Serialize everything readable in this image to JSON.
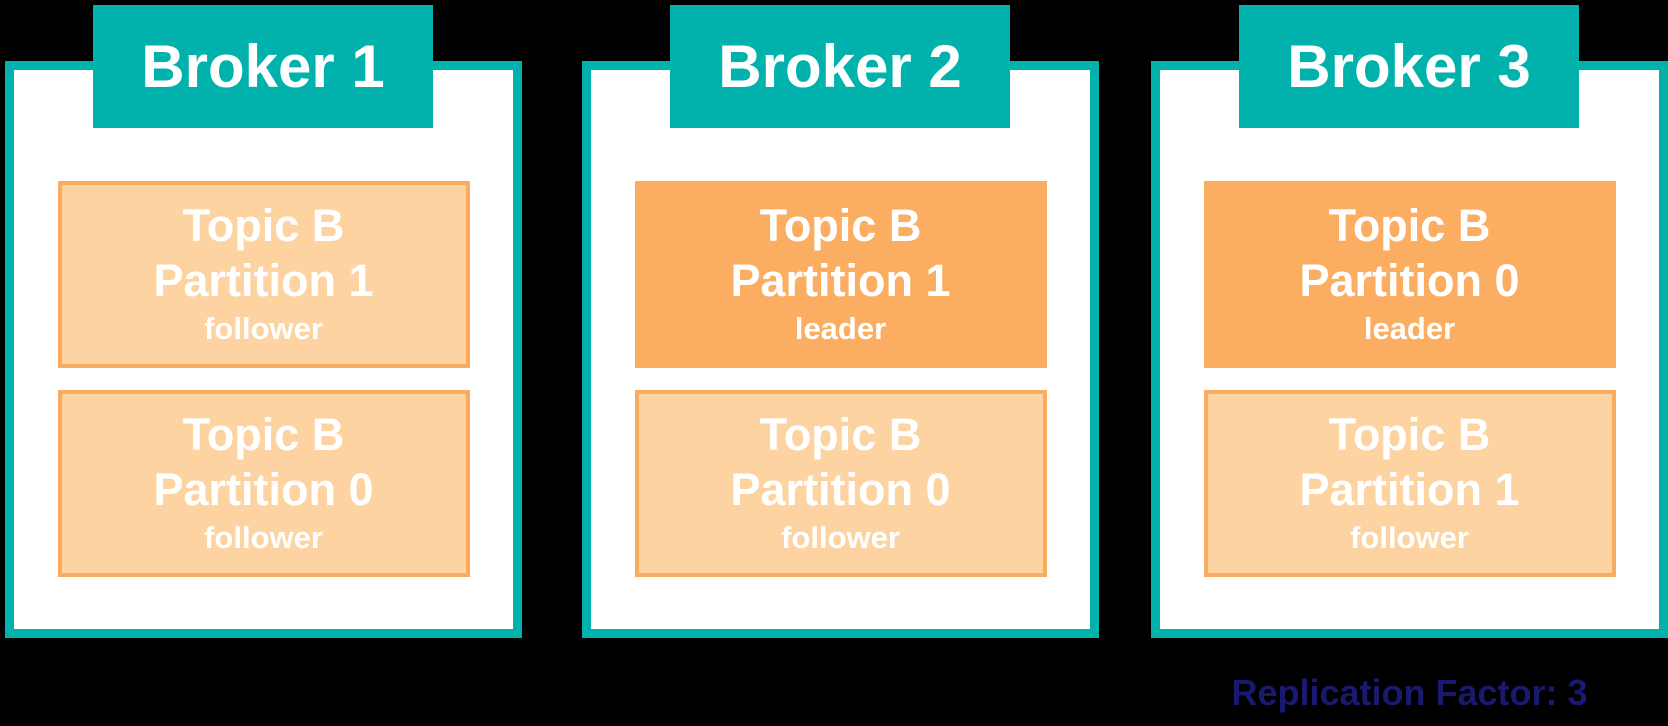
{
  "diagram": {
    "background_color": "#000000",
    "colors": {
      "teal": "#00B1AC",
      "box_fill": "#FFFFFF",
      "leader_fill": "#FBAD62",
      "follower_fill": "#FDD3A2",
      "follower_border": "#FAAB5F",
      "caption_color": "#191970",
      "text_color": "#FFFFFF"
    },
    "brokers": [
      {
        "label": "Broker 1",
        "partitions": [
          {
            "topic": "Topic B",
            "partition": "Partition 1",
            "role": "follower"
          },
          {
            "topic": "Topic B",
            "partition": "Partition 0",
            "role": "follower"
          }
        ]
      },
      {
        "label": "Broker 2",
        "partitions": [
          {
            "topic": "Topic B",
            "partition": "Partition 1",
            "role": "leader"
          },
          {
            "topic": "Topic B",
            "partition": "Partition 0",
            "role": "follower"
          }
        ]
      },
      {
        "label": "Broker 3",
        "partitions": [
          {
            "topic": "Topic B",
            "partition": "Partition 0",
            "role": "leader"
          },
          {
            "topic": "Topic B",
            "partition": "Partition 1",
            "role": "follower"
          }
        ]
      }
    ],
    "caption": "Replication Factor: 3"
  }
}
